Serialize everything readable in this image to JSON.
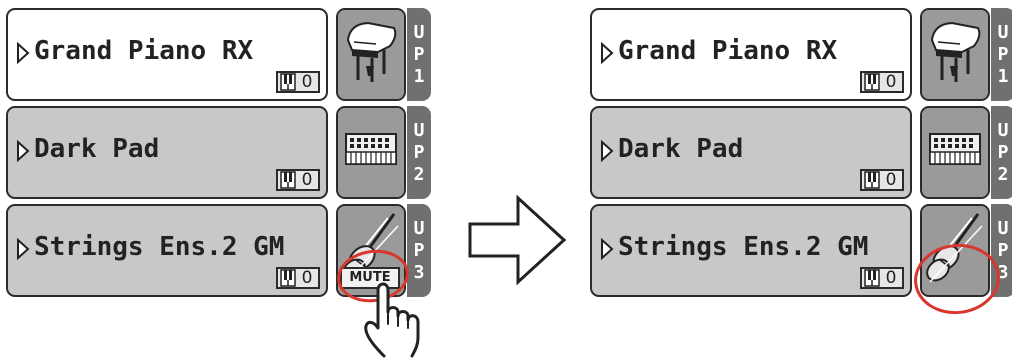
{
  "before": {
    "tracks": [
      {
        "name": "Grand Piano RX",
        "midi_channel": "0",
        "tag_letters": [
          "U",
          "P",
          "1"
        ],
        "icon": "grand-piano-icon",
        "selected": true
      },
      {
        "name": "Dark Pad",
        "midi_channel": "0",
        "tag_letters": [
          "U",
          "P",
          "2"
        ],
        "icon": "keyboard-icon",
        "selected": false
      },
      {
        "name": "Strings Ens.2 GM",
        "midi_channel": "0",
        "tag_letters": [
          "U",
          "P",
          "3"
        ],
        "icon": "violin-icon",
        "selected": false,
        "mute_label": "MUTE"
      }
    ]
  },
  "after": {
    "tracks": [
      {
        "name": "Grand Piano RX",
        "midi_channel": "0",
        "tag_letters": [
          "U",
          "P",
          "1"
        ],
        "icon": "grand-piano-icon",
        "selected": true
      },
      {
        "name": "Dark Pad",
        "midi_channel": "0",
        "tag_letters": [
          "U",
          "P",
          "2"
        ],
        "icon": "keyboard-icon",
        "selected": false
      },
      {
        "name": "Strings Ens.2 GM",
        "midi_channel": "0",
        "tag_letters": [
          "U",
          "P",
          "3"
        ],
        "icon": "violin-icon",
        "selected": false
      }
    ]
  },
  "arrow_icon": "right-arrow-icon",
  "hand_icon": "pointing-hand-icon",
  "colors": {
    "highlight_circle": "#d9362e",
    "track_bg": "#c8c8c8",
    "selected_bg": "#ffffff",
    "icon_bg": "#9a9a9a",
    "tag_bg": "#707070"
  }
}
